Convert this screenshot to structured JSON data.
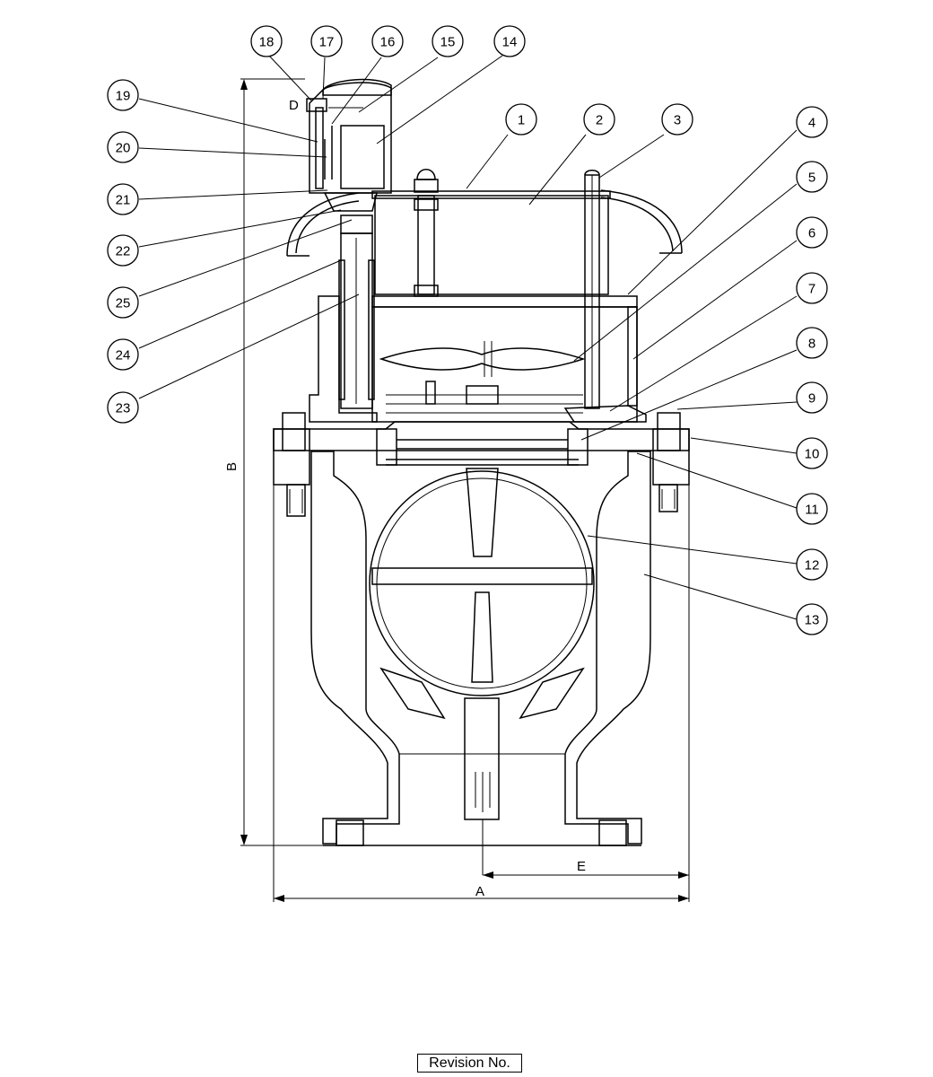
{
  "drawing": {
    "revision_label": "Revision No.",
    "dimensions": {
      "a": "A",
      "b": "B",
      "d": "D",
      "e": "E"
    },
    "balloons": [
      "1",
      "2",
      "3",
      "4",
      "5",
      "6",
      "7",
      "8",
      "9",
      "10",
      "11",
      "12",
      "13",
      "14",
      "15",
      "16",
      "17",
      "18",
      "19",
      "20",
      "21",
      "22",
      "23",
      "24",
      "25"
    ]
  }
}
